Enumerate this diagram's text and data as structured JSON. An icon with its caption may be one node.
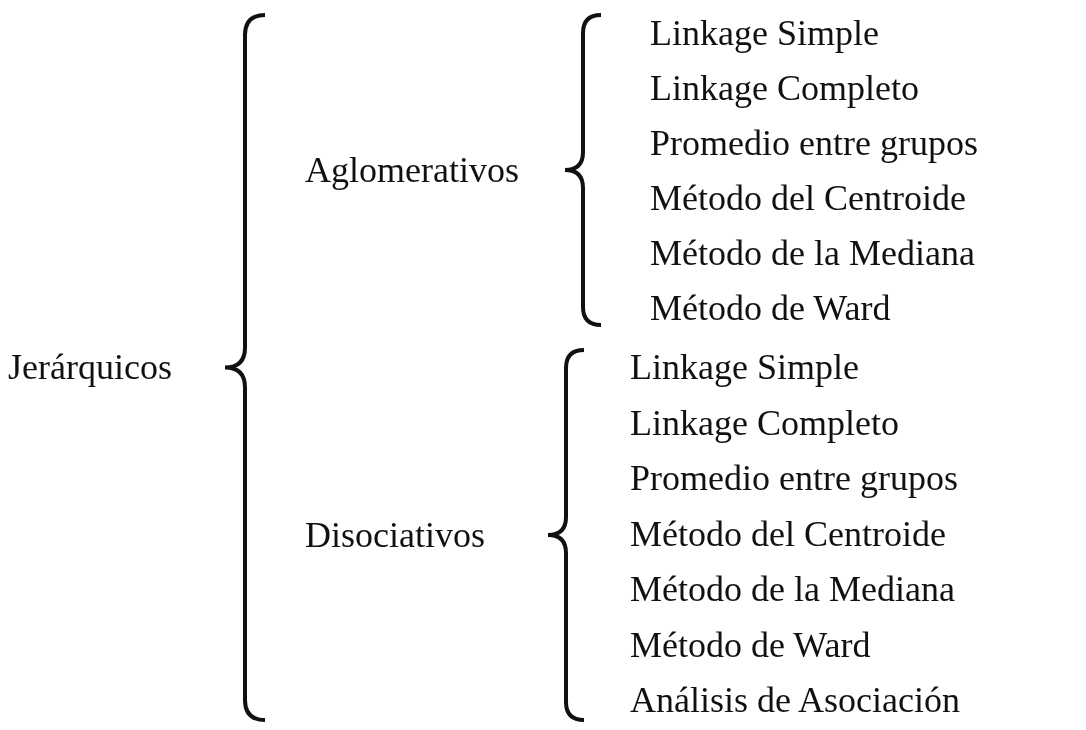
{
  "diagram": {
    "labels": [
      "Jerárquicos",
      "Aglomerativos",
      "Linkage Simple",
      "Linkage Completo",
      "Promedio entre grupos",
      "Método del Centroide",
      "Método de la Mediana",
      "Método de Ward",
      "Disociativos",
      "Linkage Simple",
      "Linkage Completo",
      "Promedio entre grupos",
      "Método del Centroide",
      "Método de la Mediana",
      "Método de Ward",
      "Análisis de Asociación"
    ]
  }
}
